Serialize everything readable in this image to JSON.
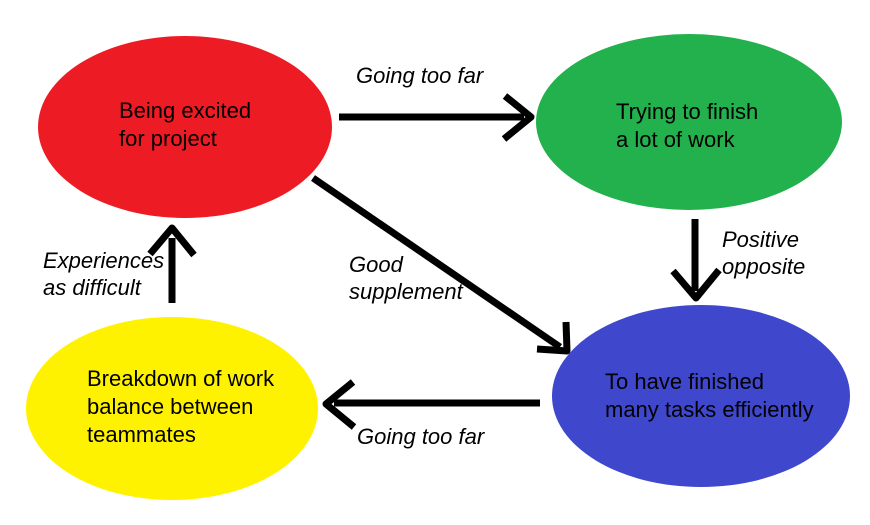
{
  "canvas": {
    "background": "#ffffff",
    "arrow_color": "#000000",
    "text_color": "#000000"
  },
  "nodes": [
    {
      "id": "being-excited",
      "text": "Being excited\nfor project",
      "color": "#ED1C24"
    },
    {
      "id": "trying-to-finish",
      "text": "Trying to finish\na lot of work",
      "color": "#22B14C"
    },
    {
      "id": "finished-tasks",
      "text": "To have finished\nmany tasks efficiently",
      "color": "#3F48CC"
    },
    {
      "id": "work-breakdown",
      "text": "Breakdown of work\nbalance between\nteammates",
      "color": "#FFF200"
    }
  ],
  "edges": [
    {
      "id": "excited-to-trying",
      "from": "being-excited",
      "to": "trying-to-finish",
      "label": "Going too far",
      "direction": "right"
    },
    {
      "id": "trying-to-finished",
      "from": "trying-to-finish",
      "to": "finished-tasks",
      "label": "Positive\nopposite",
      "direction": "down"
    },
    {
      "id": "excited-to-finished",
      "from": "being-excited",
      "to": "finished-tasks",
      "label": "Good\nsupplement",
      "direction": "diagonal-down-right"
    },
    {
      "id": "finished-to-breakdown",
      "from": "finished-tasks",
      "to": "work-breakdown",
      "label": "Going too far",
      "direction": "left"
    },
    {
      "id": "breakdown-to-excited",
      "from": "work-breakdown",
      "to": "being-excited",
      "label": "Experiences\nas difficult",
      "direction": "up"
    }
  ]
}
